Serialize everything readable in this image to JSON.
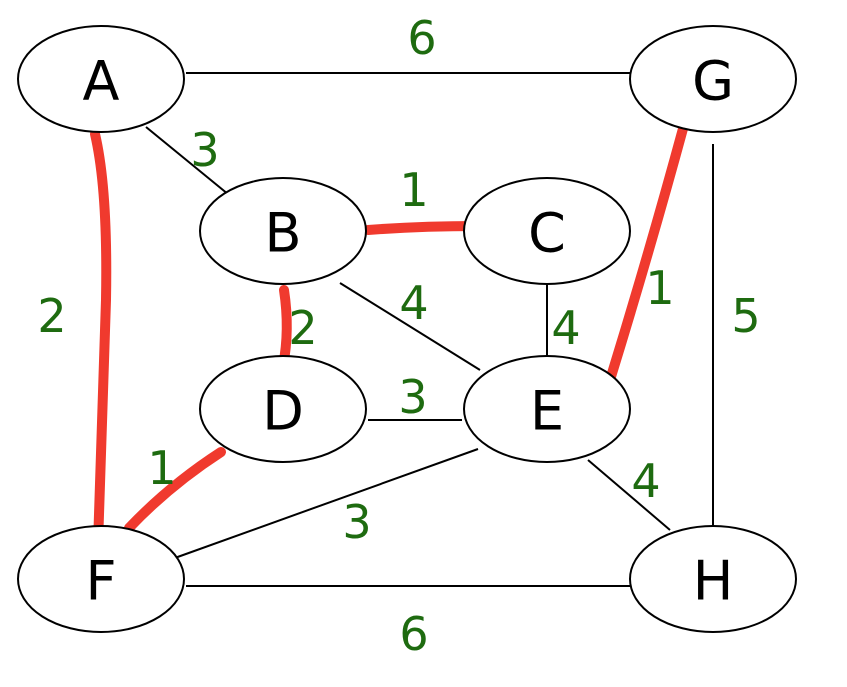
{
  "colors": {
    "highlight": "#f03a2e",
    "weight_text": "#1e6b10",
    "edge": "#000000"
  },
  "nodes": [
    {
      "id": "A",
      "label": "A"
    },
    {
      "id": "G",
      "label": "G"
    },
    {
      "id": "B",
      "label": "B"
    },
    {
      "id": "C",
      "label": "C"
    },
    {
      "id": "D",
      "label": "D"
    },
    {
      "id": "E",
      "label": "E"
    },
    {
      "id": "F",
      "label": "F"
    },
    {
      "id": "H",
      "label": "H"
    }
  ],
  "edges": [
    {
      "from": "A",
      "to": "G",
      "weight": "6",
      "highlighted": false
    },
    {
      "from": "A",
      "to": "B",
      "weight": "3",
      "highlighted": false
    },
    {
      "from": "A",
      "to": "F",
      "weight": "2",
      "highlighted": true
    },
    {
      "from": "B",
      "to": "C",
      "weight": "1",
      "highlighted": true
    },
    {
      "from": "B",
      "to": "D",
      "weight": "2",
      "highlighted": true
    },
    {
      "from": "B",
      "to": "E",
      "weight": "4",
      "highlighted": false
    },
    {
      "from": "C",
      "to": "E",
      "weight": "4",
      "highlighted": false
    },
    {
      "from": "G",
      "to": "E",
      "weight": "1",
      "highlighted": true
    },
    {
      "from": "G",
      "to": "H",
      "weight": "5",
      "highlighted": false
    },
    {
      "from": "D",
      "to": "E",
      "weight": "3",
      "highlighted": false
    },
    {
      "from": "D",
      "to": "F",
      "weight": "1",
      "highlighted": true
    },
    {
      "from": "E",
      "to": "F",
      "weight": "3",
      "highlighted": false
    },
    {
      "from": "E",
      "to": "H",
      "weight": "4",
      "highlighted": false
    },
    {
      "from": "F",
      "to": "H",
      "weight": "6",
      "highlighted": false
    }
  ]
}
